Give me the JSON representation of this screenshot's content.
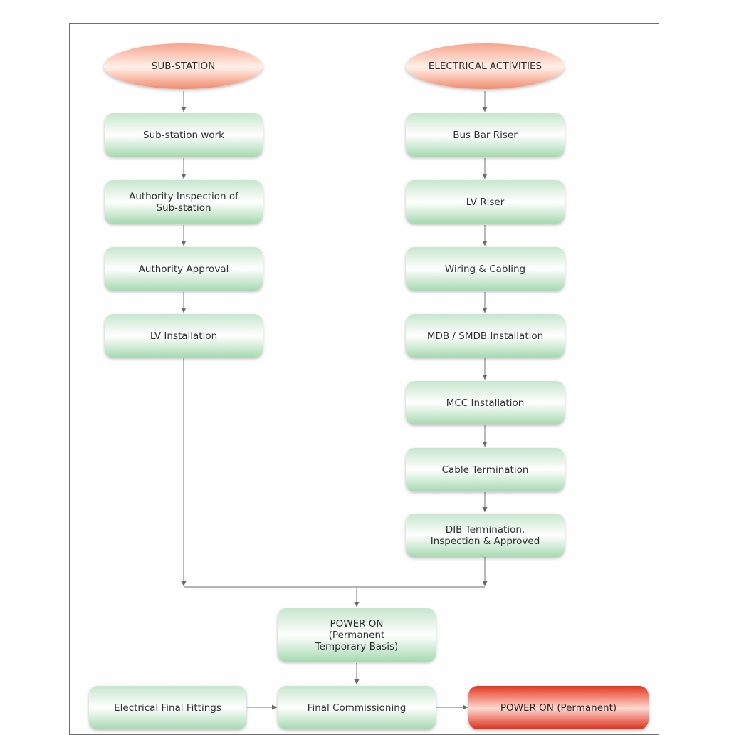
{
  "diagram": {
    "substation_title": "SUB-STATION",
    "electrical_title": "ELECTRICAL ACTIVITIES",
    "substation_steps": [
      "Sub-station work",
      "Authority Inspection of\nSub-station",
      "Authority Approval",
      "LV Installation"
    ],
    "electrical_steps": [
      "Bus Bar Riser",
      "LV Riser",
      "Wiring & Cabling",
      "MDB / SMDB Installation",
      "MCC Installation",
      "Cable Termination",
      "DIB Termination,\nInspection & Approved"
    ],
    "power_on_temp": "POWER ON\n(Permanent\nTemporary Basis)",
    "final_fittings": "Electrical Final Fittings",
    "final_commissioning": "Final Commissioning",
    "power_on_permanent": "POWER ON (Permanent)"
  },
  "colors": {
    "node_green": "#a6d9b1",
    "title_salmon": "#f18b6d",
    "final_red": "#e2361f",
    "connector": "#8a8a8a",
    "arrowhead": "#6a6a6a"
  }
}
